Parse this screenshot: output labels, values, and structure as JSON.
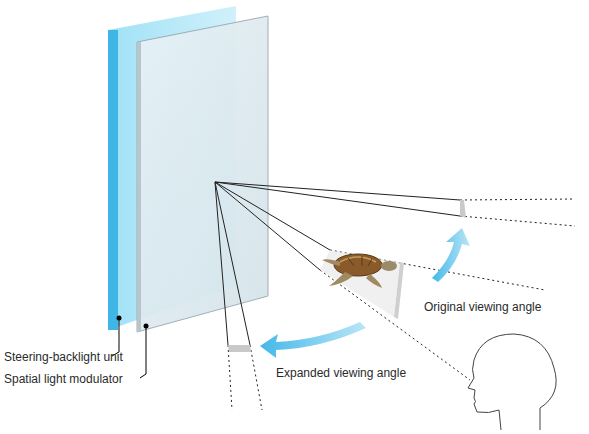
{
  "diagram": {
    "labels": [
      "Steering-backlight unit",
      "Spatial light modulator",
      "Original viewing angle",
      "Expanded viewing angle"
    ]
  }
}
